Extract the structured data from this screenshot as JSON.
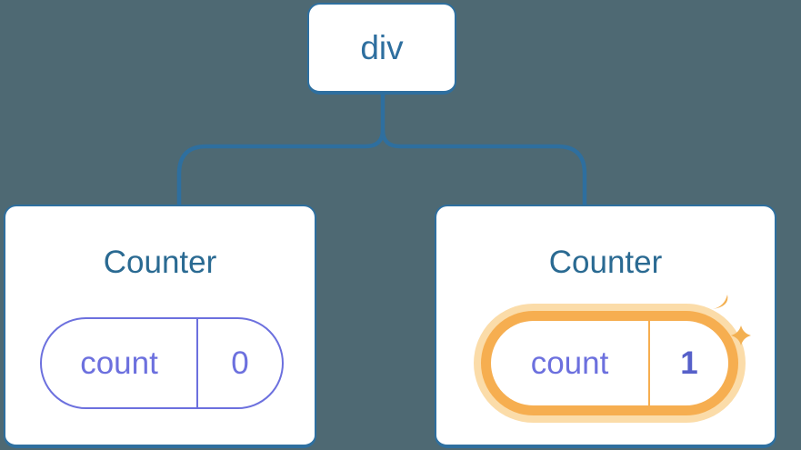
{
  "diagram": {
    "root_node": {
      "label": "div"
    },
    "counters": [
      {
        "title": "Counter",
        "state_name": "count",
        "state_value": "0",
        "highlighted": false
      },
      {
        "title": "Counter",
        "state_name": "count",
        "state_value": "1",
        "highlighted": true
      }
    ]
  },
  "colors": {
    "background": "#4e6973",
    "node_border_blue": "#2e6f9f",
    "title_blue": "#2a6a92",
    "state_purple": "#6c70de",
    "updated_value_purple": "#5660c9",
    "highlight_orange": "#f6ae50",
    "highlight_glow": "#fbdca9",
    "sparkle_orange": "#f3b051",
    "card_background": "#ffffff"
  },
  "icons": {
    "sparkles": "sparkle-icon"
  }
}
